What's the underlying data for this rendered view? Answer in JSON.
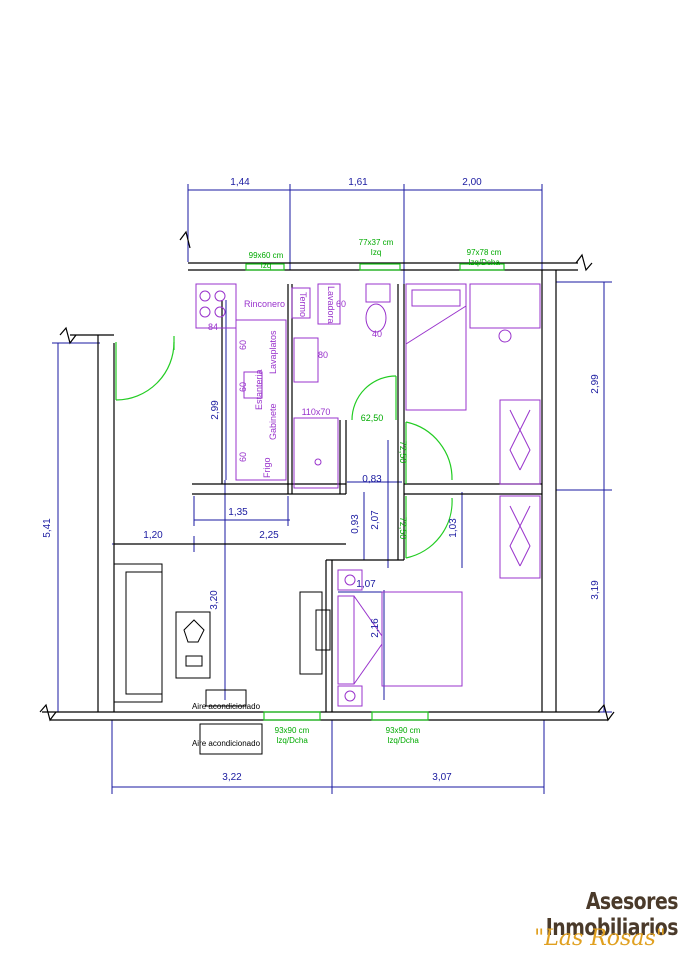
{
  "plan": {
    "colors": {
      "wall": "#000000",
      "dimension": "#1a1aa0",
      "window": "#22cc22",
      "furniture": "#9933cc",
      "accent_green": "#00aa00"
    },
    "top_dimensions": [
      "1,44",
      "1,61",
      "2,00"
    ],
    "bottom_dimensions": [
      "3,22",
      "3,07"
    ],
    "left_dimension": "5,41",
    "right_dimensions": [
      "2,99",
      "3,19"
    ],
    "interior_dimensions": {
      "kitchen_height": "2,99",
      "corridor_width": "0,83",
      "seg_1_35": "1,35",
      "seg_1_20": "1,20",
      "seg_2_25": "2,25",
      "seg_0_93": "0,93",
      "seg_2_07": "2,07",
      "seg_1_03": "1,03",
      "seg_1_07": "1,07",
      "seg_2_16": "2,16",
      "living_height": "3,20"
    },
    "windows": [
      {
        "size": "99x60 cm",
        "opening": "Izq"
      },
      {
        "size": "77x37 cm",
        "opening": "Izq"
      },
      {
        "size": "97x78 cm",
        "opening": "Izq/Dcha"
      },
      {
        "size": "93x90 cm",
        "opening": "Izq/Dcha"
      },
      {
        "size": "93x90 cm",
        "opening": "Izq/Dcha"
      }
    ],
    "door_widths": [
      "62,50",
      "72,50",
      "72,50"
    ],
    "room_labels": {
      "rinconero": "Rinconero",
      "lavadora": "Lavadora",
      "termo": "Termo",
      "lavaplatos": "Lavaplatos",
      "estanteria": "Estanteria",
      "gabinete": "Gabinete",
      "frigo": "Frigo",
      "shower": "110x70",
      "val_60a": "60",
      "val_40": "40",
      "val_80": "80",
      "val_84": "84",
      "val_60b": "60",
      "val_60c": "60",
      "val_60d": "60"
    },
    "ac_labels": [
      "Aire acondicionado",
      "Aire acondicionado"
    ]
  },
  "brand": {
    "name": "Asesores Inmobiliarios",
    "tagline": "\"Las Rosas\""
  }
}
